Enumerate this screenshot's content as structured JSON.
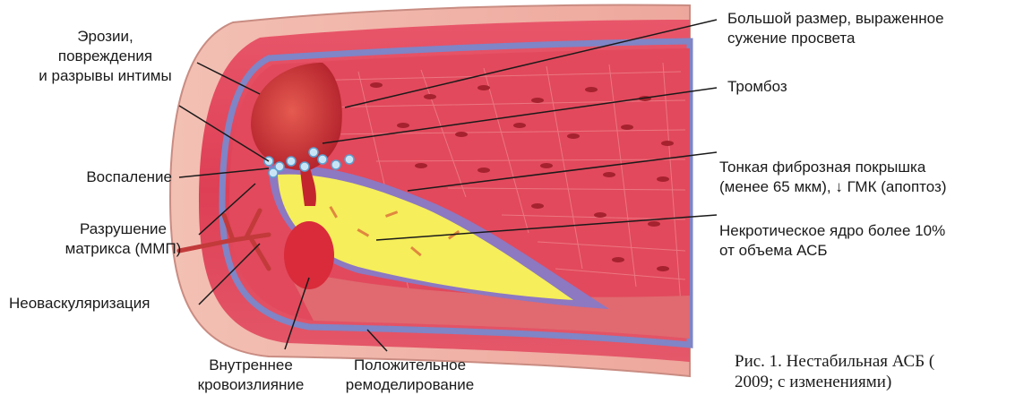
{
  "labels": {
    "large_size": "Большой размер, выраженное\nсужение просвета",
    "thrombosis": "Тромбоз",
    "thin_cap": "Тонкая фиброзная покрышка\n(менее 65 мкм), ↓ ГМК (апоптоз)",
    "necrotic_core": "Некротическое ядро более 10%\nот объема АСБ",
    "erosions": "Эрозии,\nповреждения\nи разрывы интимы",
    "inflammation": "Воспаление",
    "matrix": "Разрушение\nматрикса (ММП)",
    "neovasc": "Неоваскуляризация",
    "hemorrhage": "Внутреннее\nкровоизлияние",
    "remodeling": "Положительное\nремоделирование"
  },
  "caption": "Рис. 1. Нестабильная АСБ (\n2009; с изменениями)",
  "colors": {
    "vessel_wall": "#e34a5a",
    "outer_layer": "#f2b3a8",
    "elastic_lamina": "#8a8ec9",
    "necrotic_core": "#f6ee5a",
    "thrombus": "#c4262d",
    "cells": "#b22a36",
    "leader_line": "#1a1a1a"
  }
}
